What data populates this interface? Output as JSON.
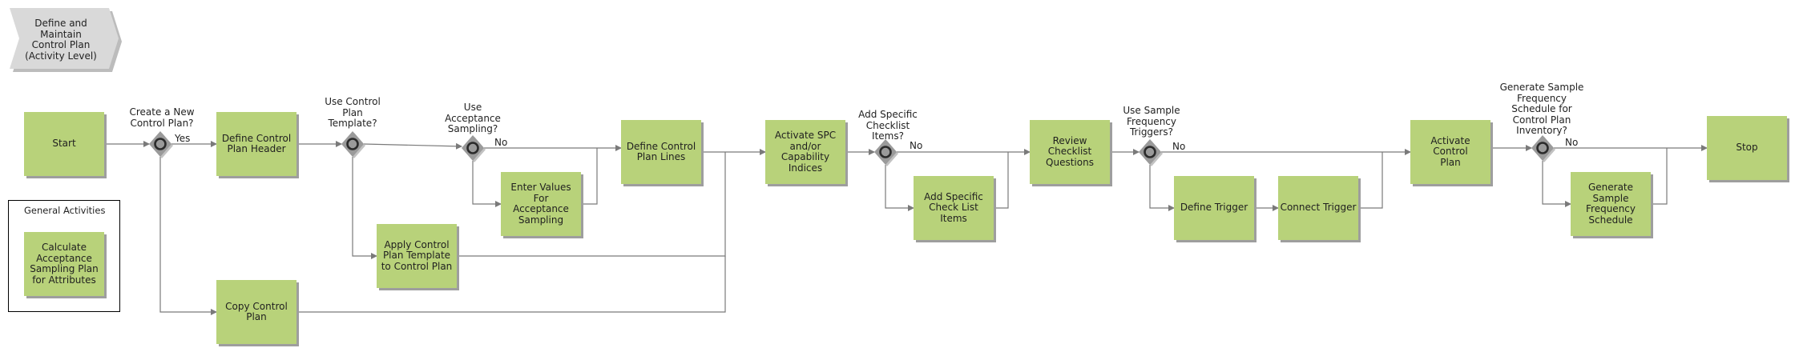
{
  "colors": {
    "activity_fill": "#b8d27a",
    "activity_shadow": "#9e9e9e",
    "gateway_fill": "#9a9a9a",
    "gateway_ring": "#2b2b2b",
    "phase_fill": "#d9d9d9",
    "connector": "#7a7a7a",
    "group_border": "#000000"
  },
  "phase_label": "Define and\nMaintain\nControl Plan\n(Activity Level)",
  "activities": [
    {
      "id": "start",
      "label": "Start"
    },
    {
      "id": "define-control-plan-header",
      "label": "Define Control\nPlan Header"
    },
    {
      "id": "copy-control-plan",
      "label": "Copy Control\nPlan"
    },
    {
      "id": "apply-control-plan-template",
      "label": "Apply Control\nPlan Template\nto Control Plan"
    },
    {
      "id": "enter-values-for-acceptance-sampling",
      "label": "Enter Values For\nAcceptance\nSampling"
    },
    {
      "id": "define-control-plan-lines",
      "label": "Define Control\nPlan Lines"
    },
    {
      "id": "activate-spc",
      "label": "Activate SPC\nand/or\nCapability\nIndices"
    },
    {
      "id": "add-specific-check-list-items",
      "label": "Add Specific\nCheck List\nItems"
    },
    {
      "id": "review-checklist-questions",
      "label": "Review\nChecklist\nQuestions"
    },
    {
      "id": "define-trigger",
      "label": "Define Trigger"
    },
    {
      "id": "connect-trigger",
      "label": "Connect Trigger"
    },
    {
      "id": "activate-control-plan",
      "label": "Activate Control\nPlan"
    },
    {
      "id": "generate-sample-frequency-schedule",
      "label": "Generate\nSample\nFrequency\nSchedule"
    },
    {
      "id": "stop",
      "label": "Stop"
    },
    {
      "id": "calculate-acceptance-sampling-plan",
      "label": "Calculate\nAcceptance\nSampling Plan\nfor Attributes"
    }
  ],
  "gateways": [
    {
      "id": "create-new-control-plan",
      "question": "Create a New\nControl Plan?",
      "yes": "Yes"
    },
    {
      "id": "use-control-plan-template",
      "question": "Use Control\nPlan\nTemplate?"
    },
    {
      "id": "use-acceptance-sampling",
      "question": "Use\nAcceptance\nSampling?",
      "no": "No"
    },
    {
      "id": "add-specific-checklist-items",
      "question": "Add Specific\nChecklist\nItems?",
      "no": "No"
    },
    {
      "id": "use-sample-frequency-triggers",
      "question": "Use Sample\nFrequency\nTriggers?",
      "no": "No"
    },
    {
      "id": "generate-sample-frequency-schedule",
      "question": "Generate Sample\nFrequency\nSchedule for\nControl Plan\nInventory?",
      "no": "No"
    }
  ],
  "group": {
    "title": "General Activities"
  }
}
